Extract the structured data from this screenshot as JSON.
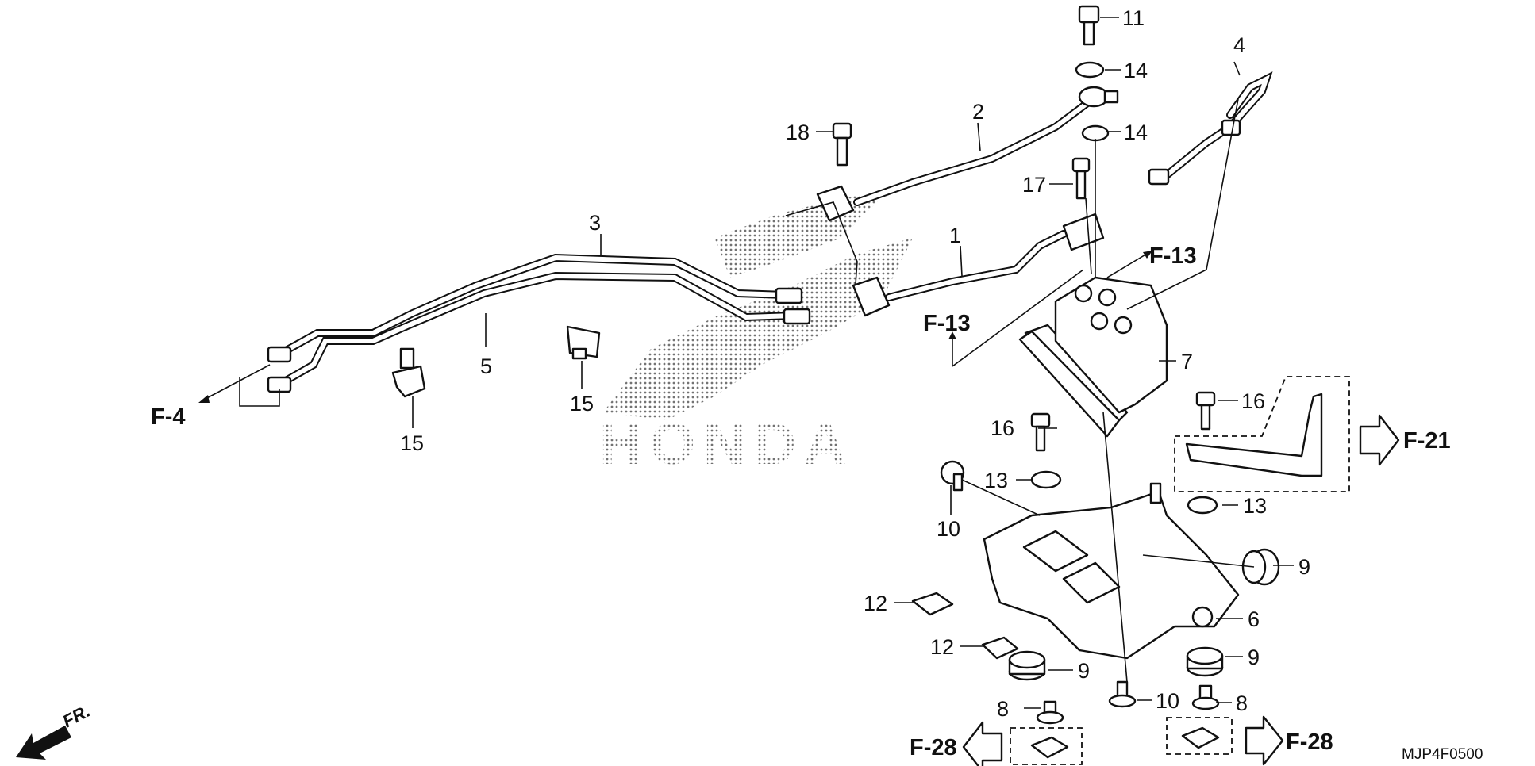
{
  "diagram": {
    "watermark": "HONDA",
    "code": "MJP4F0500",
    "fr_label": "FR.",
    "refs": {
      "f4": "F-4",
      "f13a": "F-13",
      "f13b": "F-13",
      "f21": "F-21",
      "f28a": "F-28",
      "f28b": "F-28"
    },
    "callouts": {
      "p1": "1",
      "p2": "2",
      "p3": "3",
      "p4": "4",
      "p5": "5",
      "p6": "6",
      "p7": "7",
      "p8a": "8",
      "p8b": "8",
      "p9a": "9",
      "p9b": "9",
      "p9c": "9",
      "p10a": "10",
      "p10b": "10",
      "p11": "11",
      "p12a": "12",
      "p12b": "12",
      "p13a": "13",
      "p13b": "13",
      "p14a": "14",
      "p14b": "14",
      "p15a": "15",
      "p15b": "15",
      "p16a": "16",
      "p16b": "16",
      "p17": "17",
      "p18": "18"
    }
  }
}
